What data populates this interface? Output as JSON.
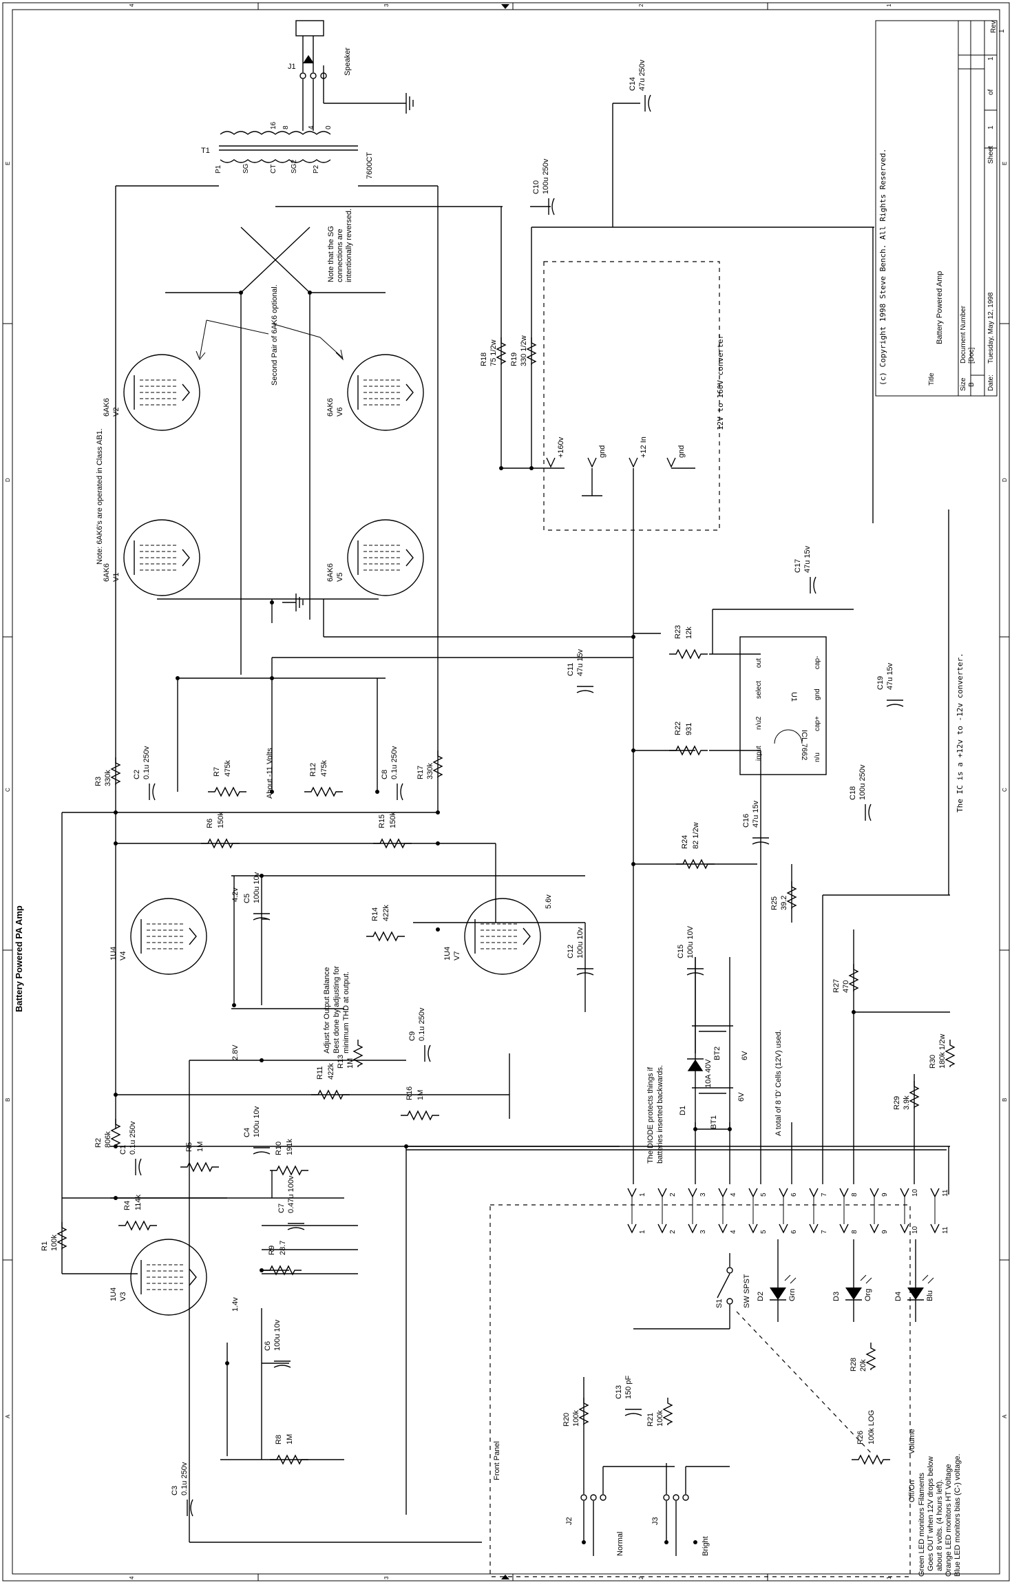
{
  "sheet_title": "Battery Powered PA Amp",
  "border_zones_top": [
    "4",
    "3",
    "2",
    "1"
  ],
  "border_zones_side": [
    "E",
    "D",
    "C",
    "B",
    "A"
  ],
  "title_block": {
    "copyright": "(c) Copyright 1998 Steve Bench. All Rights Reserved.",
    "title_label": "Title",
    "title": "Battery Powered Amp",
    "size_label": "Size",
    "size": "B",
    "doc_label": "Document Number",
    "doc": "[Doc]",
    "date_label": "Date:",
    "date": "Tuesday, May 12, 1998",
    "sheet_label": "Sheet",
    "sheet": "1",
    "of_label": "of",
    "of": "1",
    "rev_label": "Rev",
    "rev": "1"
  },
  "notes": {
    "class_ab": "Note: 6AK6's are operated in Class AB1.",
    "second_pair": "Second Pair of 6AK6 optional.",
    "sg_reversed_1": "Note that the SG",
    "sg_reversed_2": "connections are",
    "sg_reversed_3": "intentionally reversed.",
    "about_volts": "About -11 Volts",
    "converter": "12V to 160V converter",
    "ic_note": "The IC is a +12v to -12v converter.",
    "balance_1": "Adjust for Output Balance",
    "balance_2": "Best done by adjusting for",
    "balance_3": "minimum THD at output.",
    "diode_1": "The DIODE protects things if",
    "diode_2": "batteries inserted backwards.",
    "cells": "A total of 8 'D' Cells (12V) used.",
    "front_panel": "Front Panel",
    "offon": "Off/On",
    "volume": "Volume",
    "led_1": "Green LED monitors Filaments",
    "led_2": "Goes OUT when 12V drops below",
    "led_3": "about 8 volts. (4 hours left).",
    "led_4": "Orange LED monitors HT Voltage",
    "led_5": "Blue LED monitors bias (C-) voltage."
  },
  "transformer": {
    "ref": "T1",
    "part": "7600CT",
    "pins": [
      "P1",
      "SG",
      "CT",
      "SG2",
      "P2",
      "16",
      "8",
      "4",
      "0"
    ]
  },
  "speaker": {
    "ref": "J1",
    "label": "Speaker"
  },
  "tubes": [
    {
      "ref": "V1",
      "part": "6AK6"
    },
    {
      "ref": "V2",
      "part": "6AK6"
    },
    {
      "ref": "V5",
      "part": "6AK6"
    },
    {
      "ref": "V6",
      "part": "6AK6"
    },
    {
      "ref": "V3",
      "part": "1U4"
    },
    {
      "ref": "V4",
      "part": "1U4"
    },
    {
      "ref": "V7",
      "part": "1U4"
    }
  ],
  "resistors": [
    {
      "ref": "R1",
      "val": "100k"
    },
    {
      "ref": "R2",
      "val": "806k"
    },
    {
      "ref": "R3",
      "val": "330k"
    },
    {
      "ref": "R4",
      "val": "114k"
    },
    {
      "ref": "R5",
      "val": "1M"
    },
    {
      "ref": "R6",
      "val": "150k"
    },
    {
      "ref": "R7",
      "val": "475k"
    },
    {
      "ref": "R8",
      "val": "1M"
    },
    {
      "ref": "R9",
      "val": "28.7"
    },
    {
      "ref": "R10",
      "val": "191k"
    },
    {
      "ref": "R11",
      "val": "422k"
    },
    {
      "ref": "R12",
      "val": "475k"
    },
    {
      "ref": "R13",
      "val": "1M"
    },
    {
      "ref": "R14",
      "val": "422k"
    },
    {
      "ref": "R15",
      "val": "150k"
    },
    {
      "ref": "R16",
      "val": "1M"
    },
    {
      "ref": "R17",
      "val": "330k"
    },
    {
      "ref": "R18",
      "val": "75 1/2w"
    },
    {
      "ref": "R19",
      "val": "330 1/2w"
    },
    {
      "ref": "R20",
      "val": "100k"
    },
    {
      "ref": "R21",
      "val": "100k"
    },
    {
      "ref": "R22",
      "val": "931"
    },
    {
      "ref": "R23",
      "val": "12k"
    },
    {
      "ref": "R24",
      "val": "82 1/2w"
    },
    {
      "ref": "R25",
      "val": "39.2"
    },
    {
      "ref": "R26",
      "val": "100k LOG"
    },
    {
      "ref": "R27",
      "val": "470"
    },
    {
      "ref": "R28",
      "val": "20k"
    },
    {
      "ref": "R29",
      "val": "3.9k"
    },
    {
      "ref": "R30",
      "val": "180k 1/2w"
    }
  ],
  "capacitors": [
    {
      "ref": "C1",
      "val": "0.1u 250v"
    },
    {
      "ref": "C2",
      "val": "0.1u 250v"
    },
    {
      "ref": "C3",
      "val": "0.1u 250v"
    },
    {
      "ref": "C4",
      "val": "100u 10v"
    },
    {
      "ref": "C5",
      "val": "100u 10v"
    },
    {
      "ref": "C6",
      "val": "100u 10v"
    },
    {
      "ref": "C7",
      "val": "0.47u 100v"
    },
    {
      "ref": "C8",
      "val": "0.1u 250v"
    },
    {
      "ref": "C9",
      "val": "0.1u 250v"
    },
    {
      "ref": "C10",
      "val": "100u 250v"
    },
    {
      "ref": "C11",
      "val": "47u 15v"
    },
    {
      "ref": "C12",
      "val": "100u 10v"
    },
    {
      "ref": "C13",
      "val": "150 pF"
    },
    {
      "ref": "C14",
      "val": "47u 250v"
    },
    {
      "ref": "C15",
      "val": "100u 10V"
    },
    {
      "ref": "C16",
      "val": "47u 15v"
    },
    {
      "ref": "C17",
      "val": "47u 15v"
    },
    {
      "ref": "C18",
      "val": "100u 250v"
    },
    {
      "ref": "C19",
      "val": "47u 15v"
    }
  ],
  "voltages": {
    "v1": "4.2v",
    "v2": "2.8V",
    "v3": "1.4v",
    "v4": "5.6v"
  },
  "ic": {
    "ref": "U1",
    "part": "ICL 7662",
    "pins": [
      "out",
      "select",
      "n/u2",
      "input",
      "cap-",
      "gnd",
      "cap+",
      "n/u"
    ]
  },
  "converter_pins": [
    "+160v",
    "gnd",
    "+12 In",
    "gnd"
  ],
  "diode": {
    "ref": "D1",
    "val": "10A 40V"
  },
  "batteries": [
    {
      "ref": "BT1",
      "val": "6V"
    },
    {
      "ref": "BT2",
      "val": "6V"
    }
  ],
  "switch": {
    "ref": "S1",
    "val": "SW SPST"
  },
  "leds": [
    {
      "ref": "D2",
      "color": "Grn"
    },
    {
      "ref": "D3",
      "color": "Org"
    },
    {
      "ref": "D4",
      "color": "Blu"
    }
  ],
  "jacks": [
    {
      "ref": "J2",
      "label": "Normal"
    },
    {
      "ref": "J3",
      "label": "Bright"
    }
  ],
  "connector_pins": [
    "1",
    "2",
    "3",
    "4",
    "5",
    "6",
    "7",
    "8",
    "9",
    "10",
    "11"
  ]
}
